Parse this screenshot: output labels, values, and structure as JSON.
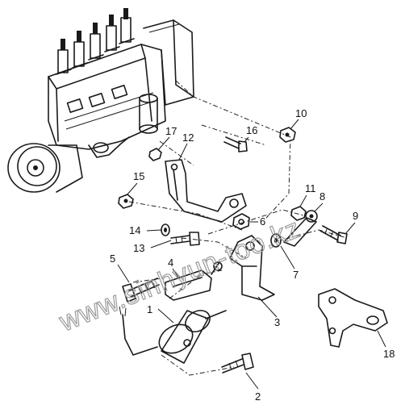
{
  "watermark": "www.sinhyun-too.kz",
  "parts": [
    {
      "id": "1",
      "label": "1"
    },
    {
      "id": "2",
      "label": "2"
    },
    {
      "id": "3",
      "label": "3"
    },
    {
      "id": "4",
      "label": "4"
    },
    {
      "id": "5",
      "label": "5"
    },
    {
      "id": "6",
      "label": "6"
    },
    {
      "id": "7",
      "label": "7"
    },
    {
      "id": "8",
      "label": "8"
    },
    {
      "id": "9",
      "label": "9"
    },
    {
      "id": "10",
      "label": "10"
    },
    {
      "id": "11",
      "label": "11"
    },
    {
      "id": "12",
      "label": "12"
    },
    {
      "id": "13",
      "label": "13"
    },
    {
      "id": "14",
      "label": "14"
    },
    {
      "id": "15",
      "label": "15"
    },
    {
      "id": "16",
      "label": "16"
    },
    {
      "id": "17",
      "label": "17"
    },
    {
      "id": "18",
      "label": "18"
    }
  ]
}
